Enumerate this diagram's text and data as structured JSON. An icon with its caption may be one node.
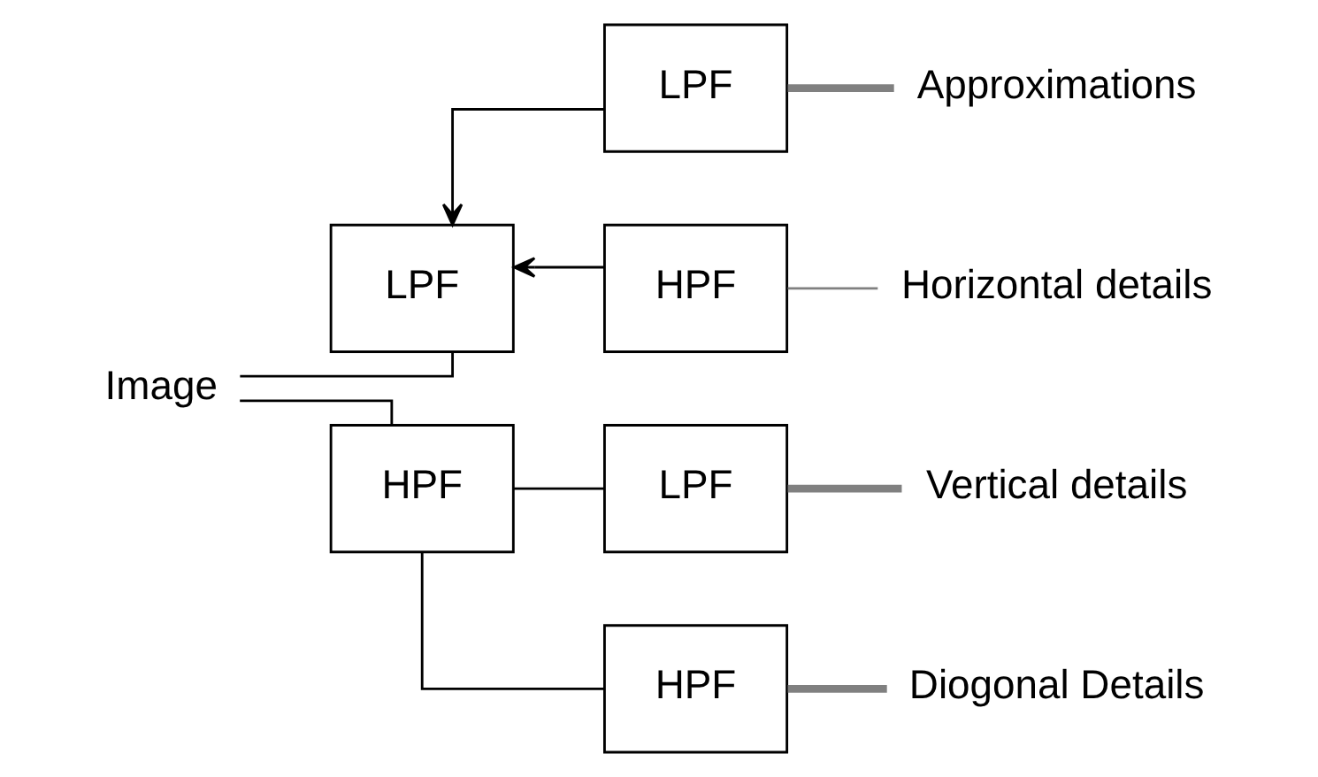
{
  "diagram": {
    "nodes": [
      {
        "text": [
          "Image"
        ]
      },
      {
        "text": [
          "LPF"
        ]
      },
      {
        "text": [
          "HPF"
        ]
      },
      {
        "text": [
          "LPF"
        ]
      },
      {
        "text": [
          "HPF"
        ]
      },
      {
        "text": [
          "LPF"
        ]
      },
      {
        "text": [
          "HPF"
        ]
      },
      {
        "text": [
          "Approximations"
        ]
      },
      {
        "text": [
          "Horizontal details"
        ]
      },
      {
        "text": [
          "Vertical details"
        ]
      },
      {
        "text": [
          "Diogonal Details"
        ]
      }
    ],
    "edges": [
      {
        "from": 0,
        "to": 1,
        "arrow": "none"
      },
      {
        "from": 0,
        "to": 2,
        "arrow": "none"
      },
      {
        "from": 3,
        "to": 1,
        "arrow": "to"
      },
      {
        "from": 4,
        "to": 1,
        "arrow": "to"
      },
      {
        "from": 2,
        "to": 5,
        "arrow": "none"
      },
      {
        "from": 2,
        "to": 6,
        "arrow": "none"
      },
      {
        "from": 3,
        "to": 7,
        "arrow": "none",
        "style": "thick",
        "color": "#808080"
      },
      {
        "from": 4,
        "to": 8,
        "arrow": "none",
        "color": "#808080"
      },
      {
        "from": 5,
        "to": 9,
        "arrow": "none",
        "style": "thick",
        "color": "#808080"
      },
      {
        "from": 6,
        "to": 10,
        "arrow": "none",
        "style": "thick",
        "color": "#808080"
      }
    ]
  }
}
